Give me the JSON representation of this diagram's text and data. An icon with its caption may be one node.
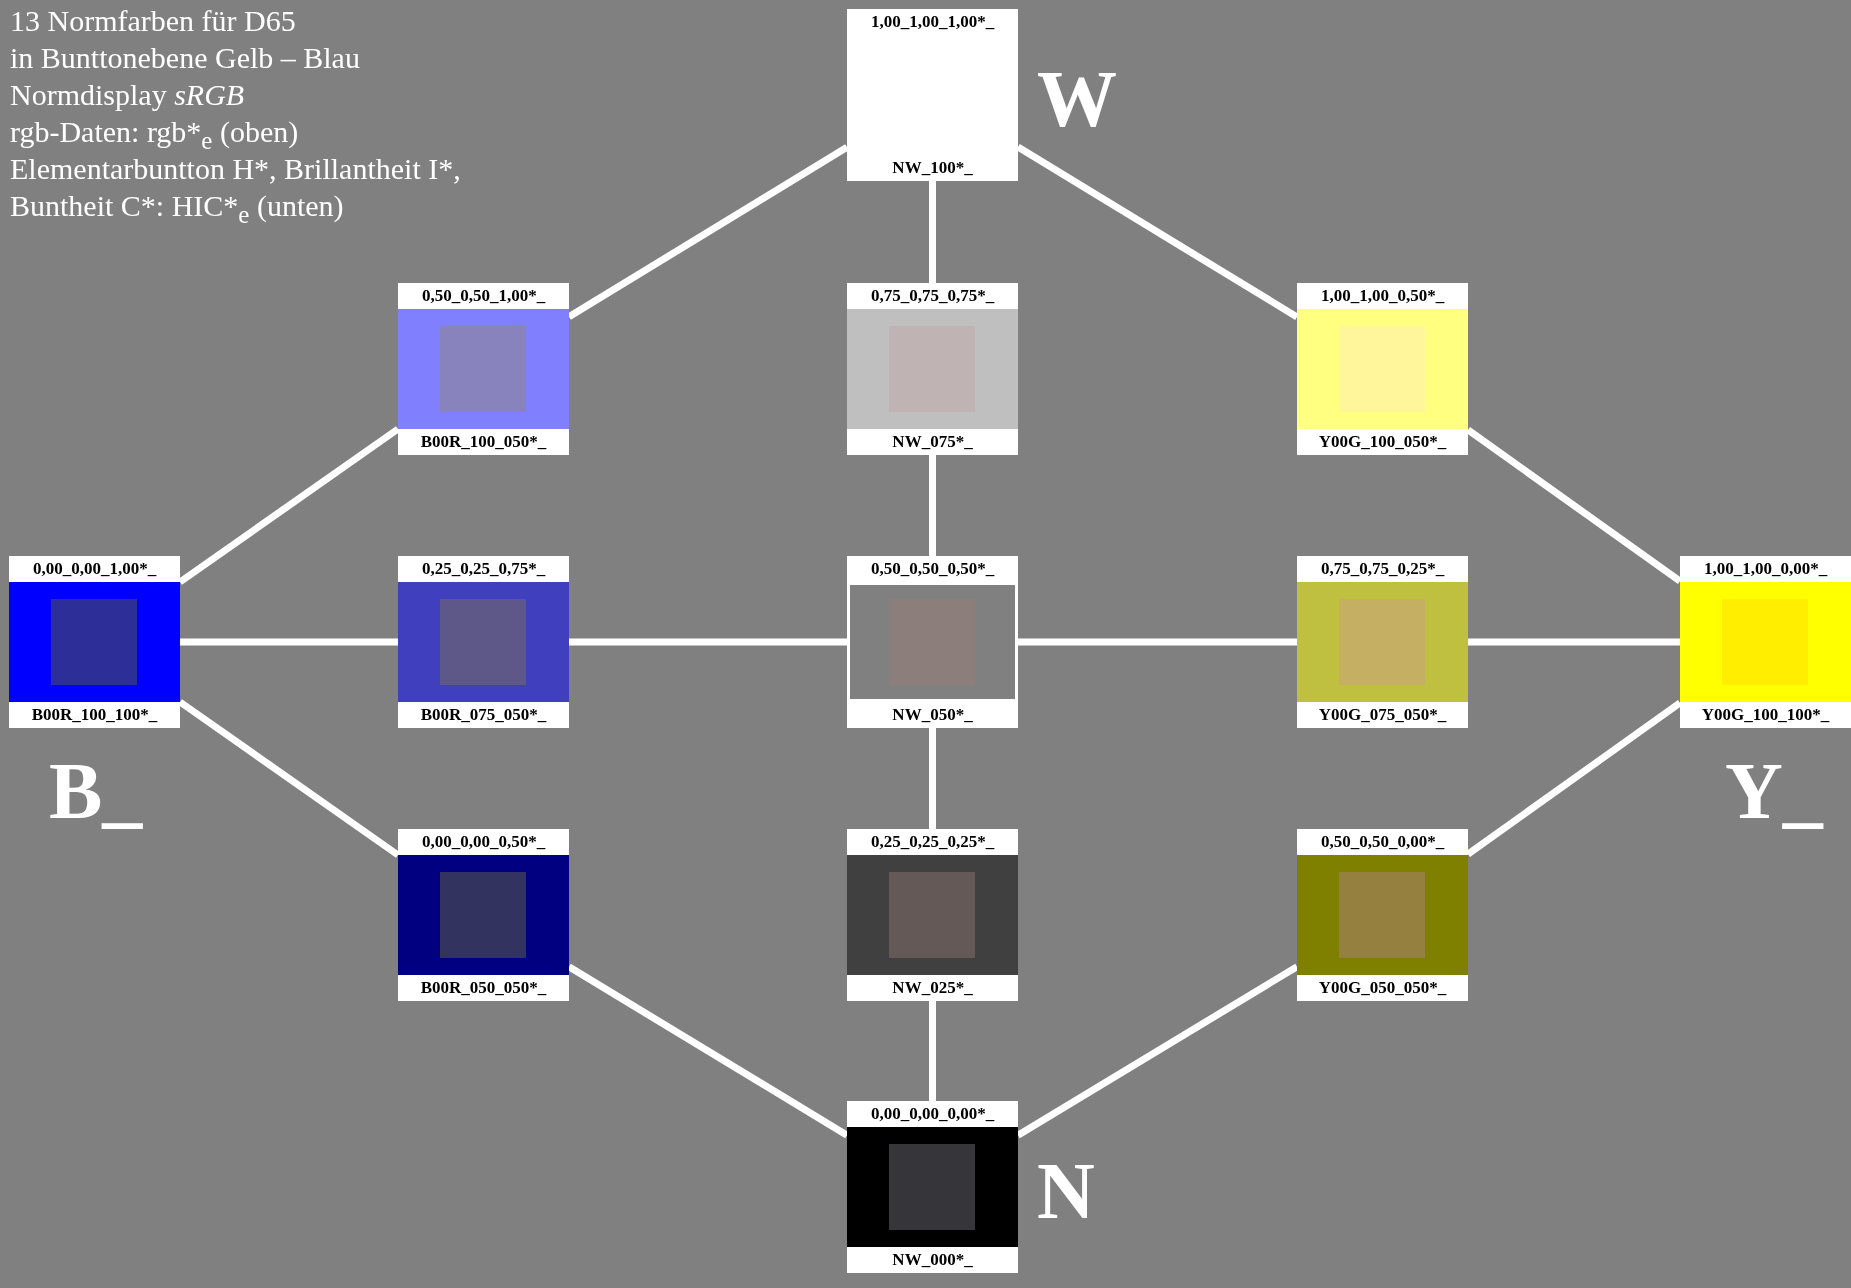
{
  "diagram": {
    "nodes": [
      {
        "text": [
          "1,00_1,00_1,00*_",
          "NW_100*_"
        ],
        "beside": [
          "W"
        ]
      },
      {
        "text": [
          "0,50_0,50_1,00*_",
          "B00R_100_050*_"
        ]
      },
      {
        "text": [
          "0,75_0,75_0,75*_",
          "NW_075*_"
        ]
      },
      {
        "text": [
          "1,00_1,00_0,50*_",
          "Y00G_100_050*_"
        ]
      },
      {
        "text": [
          "0,00_0,00_1,00*_",
          "B00R_100_100*_"
        ],
        "beside": [
          "B_"
        ]
      },
      {
        "text": [
          "0,25_0,25_0,75*_",
          "B00R_075_050*_"
        ]
      },
      {
        "text": [
          "0,50_0,50_0,50*_",
          "NW_050*_"
        ]
      },
      {
        "text": [
          "0,75_0,75_0,25*_",
          "Y00G_075_050*_"
        ]
      },
      {
        "text": [
          "1,00_1,00_0,00*_",
          "Y00G_100_100*_"
        ],
        "beside": [
          "Y_"
        ]
      },
      {
        "text": [
          "0,00_0,00_0,50*_",
          "B00R_050_050*_"
        ]
      },
      {
        "text": [
          "0,25_0,25_0,25*_",
          "NW_025*_"
        ]
      },
      {
        "text": [
          "0,50_0,50_0,00*_",
          "Y00G_050_050*_"
        ]
      },
      {
        "text": [
          "0,00_0,00_0,00*_",
          "NW_000*_"
        ],
        "beside": [
          "N"
        ]
      }
    ],
    "edges": [
      {
        "from": 0,
        "to": 1,
        "arrow": "none"
      },
      {
        "from": 0,
        "to": 2,
        "arrow": "none"
      },
      {
        "from": 0,
        "to": 3,
        "arrow": "none"
      },
      {
        "from": 1,
        "to": 4,
        "arrow": "none"
      },
      {
        "from": 2,
        "to": 6,
        "arrow": "none"
      },
      {
        "from": 3,
        "to": 8,
        "arrow": "none"
      },
      {
        "from": 4,
        "to": 5,
        "arrow": "none"
      },
      {
        "from": 5,
        "to": 6,
        "arrow": "none"
      },
      {
        "from": 6,
        "to": 7,
        "arrow": "none"
      },
      {
        "from": 7,
        "to": 8,
        "arrow": "none"
      },
      {
        "from": 4,
        "to": 9,
        "arrow": "none"
      },
      {
        "from": 6,
        "to": 10,
        "arrow": "none"
      },
      {
        "from": 8,
        "to": 11,
        "arrow": "none"
      },
      {
        "from": 9,
        "to": 12,
        "arrow": "none"
      },
      {
        "from": 10,
        "to": 12,
        "arrow": "none"
      },
      {
        "from": 11,
        "to": 12,
        "arrow": "none"
      }
    ],
    "labels": [
      "13 Normfarben für D65",
      "in Bunttonebene Gelb – Blau",
      "Normdisplay *sRGB*",
      "rgb-Daten: rgb*$_{e}$ (oben)",
      "Elementarbuntton H*, Brillantheit I*,",
      "Buntheit C*: HIC*$_{e}$ (unten)"
    ]
  }
}
